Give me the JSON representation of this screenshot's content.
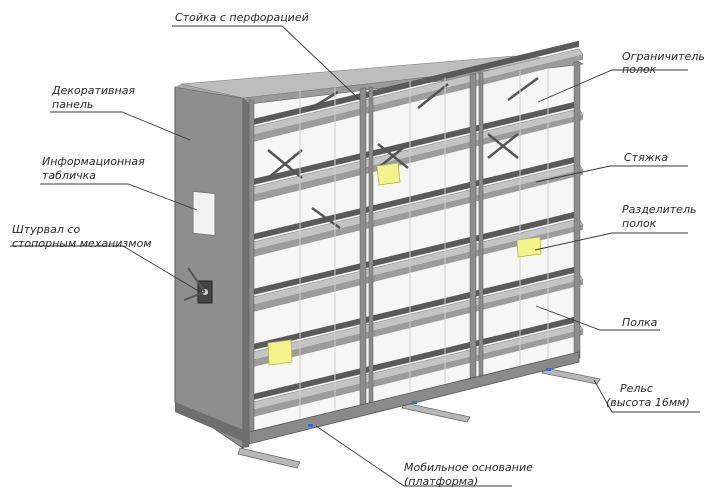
{
  "colors": {
    "background": "#ffffff",
    "frame": "#8c8c8c",
    "shelf": "#c4c4c4",
    "back_strip": "#5a5a5a",
    "divider": "#f3f38a",
    "leader": "#4a4a4a",
    "text": "#2a2a2a"
  },
  "labels": {
    "perforated_post": "Стойка с перфорацией",
    "decorative_panel": [
      "Декоративная",
      "панель"
    ],
    "shelf_limiter": [
      "Ограничитель",
      "полок"
    ],
    "info_plate": [
      "Информационная",
      "табличка"
    ],
    "brace": "Стяжка",
    "handwheel": [
      "Штурвал со",
      "стопорным механизмом"
    ],
    "shelf_divider": [
      "Разделитель",
      "полок"
    ],
    "shelf": "Полка",
    "rail": [
      "Рельс",
      "(высота 16мм)"
    ],
    "mobile_base": [
      "Мобильное основание",
      "(платформа)"
    ]
  }
}
